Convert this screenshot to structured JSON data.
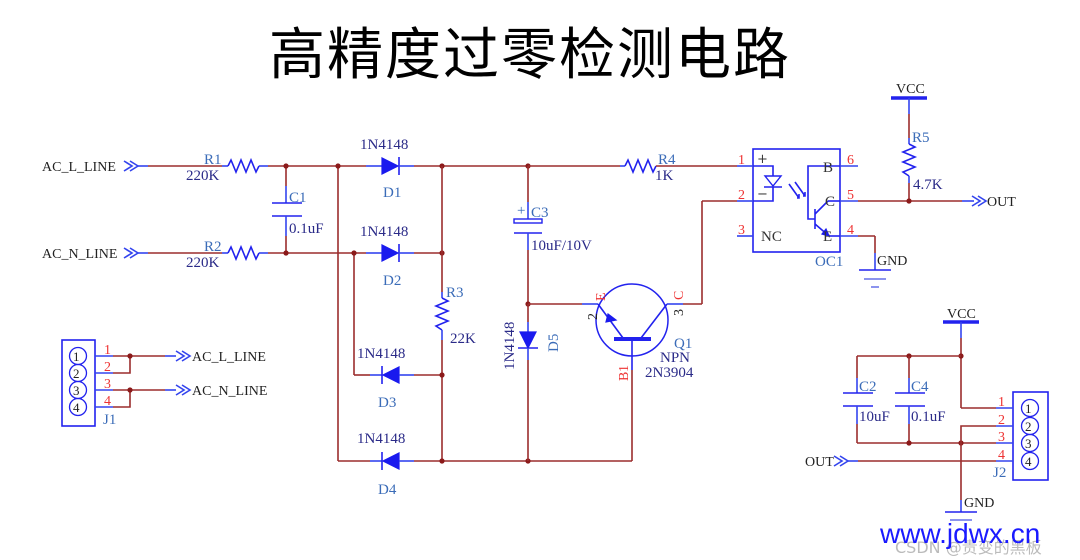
{
  "title": "高精度过零检测电路",
  "nets": {
    "ac_l": "AC_L_LINE",
    "ac_n": "AC_N_LINE",
    "vcc": "VCC",
    "gnd": "GND",
    "out": "OUT"
  },
  "components": {
    "R1": {
      "ref": "R1",
      "value": "220K"
    },
    "R2": {
      "ref": "R2",
      "value": "220K"
    },
    "R3": {
      "ref": "R3",
      "value": "22K"
    },
    "R4": {
      "ref": "R4",
      "value": "1K"
    },
    "R5": {
      "ref": "R5",
      "value": "4.7K"
    },
    "C1": {
      "ref": "C1",
      "value": "0.1uF"
    },
    "C2": {
      "ref": "C2",
      "value": "10uF"
    },
    "C3": {
      "ref": "C3",
      "value": "10uF/10V",
      "plus": "+"
    },
    "C4": {
      "ref": "C4",
      "value": "0.1uF"
    },
    "D1": {
      "ref": "D1",
      "value": "1N4148"
    },
    "D2": {
      "ref": "D2",
      "value": "1N4148"
    },
    "D3": {
      "ref": "D3",
      "value": "1N4148"
    },
    "D4": {
      "ref": "D4",
      "value": "1N4148"
    },
    "D5": {
      "ref": "D5",
      "value": "1N4148"
    },
    "Q1": {
      "ref": "Q1",
      "type": "NPN",
      "value": "2N3904",
      "pins": {
        "e": "E",
        "e_no": "2",
        "c": "C",
        "c_no": "3",
        "b": "B",
        "b_no": "1"
      }
    },
    "OC1": {
      "ref": "OC1",
      "pins_left": [
        "1",
        "2",
        "3"
      ],
      "pins_right": [
        "6",
        "5",
        "4"
      ],
      "labels": {
        "plus": "+",
        "minus": "−",
        "nc": "NC",
        "b": "B",
        "c": "C",
        "e": "E"
      }
    },
    "J1": {
      "ref": "J1",
      "pins": [
        "1",
        "2",
        "3",
        "4"
      ],
      "circled": [
        "①",
        "②",
        "③",
        "④"
      ]
    },
    "J2": {
      "ref": "J2",
      "pins": [
        "1",
        "2",
        "3",
        "4"
      ],
      "circled": [
        "①",
        "②",
        "③",
        "④"
      ]
    }
  },
  "watermark": {
    "site": "www.jdwx.cn",
    "csdn": "CSDN @贵变的黑板"
  }
}
